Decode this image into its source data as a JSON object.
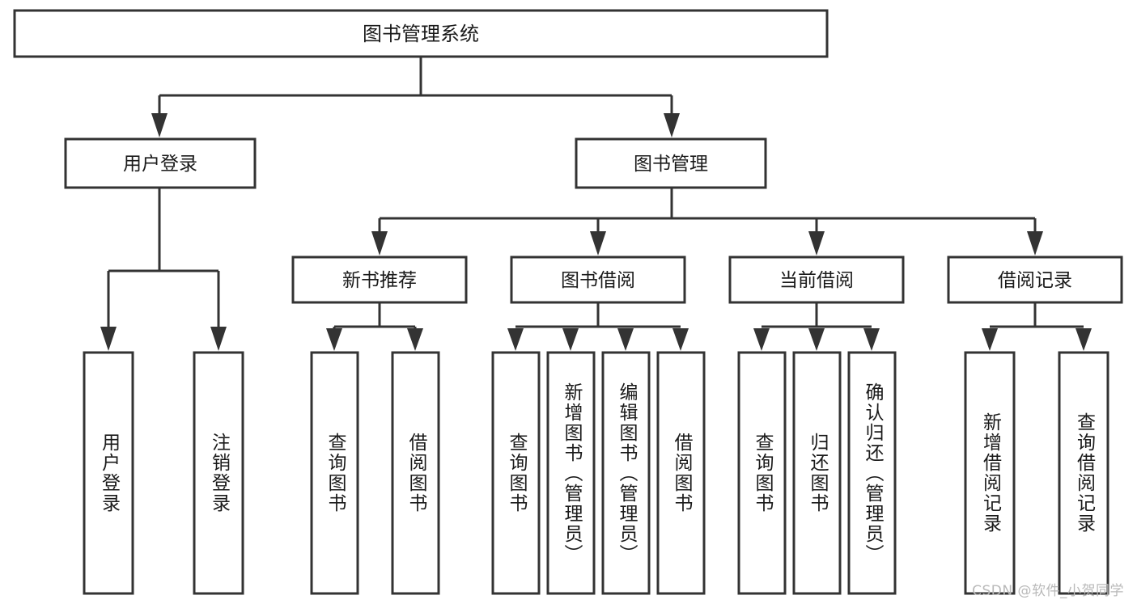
{
  "diagram": {
    "type": "tree-hierarchy",
    "title": "图书管理系统",
    "watermark": "CSDN @软件_小贺同学",
    "colors": {
      "box_fill": "#ffffff",
      "box_stroke": "#333333",
      "text": "#1a1a1a",
      "watermark": "#b9b9b9",
      "background": "#ffffff"
    },
    "levels": [
      {
        "level": 1,
        "nodes": [
          {
            "id": "root",
            "label": "图书管理系统",
            "orientation": "horizontal"
          }
        ]
      },
      {
        "level": 2,
        "nodes": [
          {
            "id": "login",
            "label": "用户登录",
            "orientation": "horizontal",
            "parent": "root"
          },
          {
            "id": "bookmgmt",
            "label": "图书管理",
            "orientation": "horizontal",
            "parent": "root"
          }
        ]
      },
      {
        "level": 3,
        "nodes": [
          {
            "id": "newbook",
            "label": "新书推荐",
            "orientation": "horizontal",
            "parent": "bookmgmt"
          },
          {
            "id": "borrow",
            "label": "图书借阅",
            "orientation": "horizontal",
            "parent": "bookmgmt"
          },
          {
            "id": "current",
            "label": "当前借阅",
            "orientation": "horizontal",
            "parent": "bookmgmt"
          },
          {
            "id": "record",
            "label": "借阅记录",
            "orientation": "horizontal",
            "parent": "bookmgmt"
          }
        ]
      },
      {
        "level": 4,
        "nodes": [
          {
            "id": "leaf-1",
            "label": "用户登录",
            "orientation": "vertical",
            "parent": "login"
          },
          {
            "id": "leaf-2",
            "label": "注销登录",
            "orientation": "vertical",
            "parent": "login"
          },
          {
            "id": "leaf-3",
            "label": "查询图书",
            "orientation": "vertical",
            "parent": "newbook"
          },
          {
            "id": "leaf-4",
            "label": "借阅图书",
            "orientation": "vertical",
            "parent": "newbook"
          },
          {
            "id": "leaf-5",
            "label": "查询图书",
            "orientation": "vertical",
            "parent": "borrow"
          },
          {
            "id": "leaf-6",
            "label": "新增图书（管理员）",
            "orientation": "vertical",
            "parent": "borrow"
          },
          {
            "id": "leaf-7",
            "label": "编辑图书（管理员）",
            "orientation": "vertical",
            "parent": "borrow"
          },
          {
            "id": "leaf-8",
            "label": "借阅图书",
            "orientation": "vertical",
            "parent": "borrow"
          },
          {
            "id": "leaf-9",
            "label": "查询图书",
            "orientation": "vertical",
            "parent": "current"
          },
          {
            "id": "leaf-10",
            "label": "归还图书",
            "orientation": "vertical",
            "parent": "current"
          },
          {
            "id": "leaf-11",
            "label": "确认归还（管理员）",
            "orientation": "vertical",
            "parent": "current"
          },
          {
            "id": "leaf-12",
            "label": "新增借阅记录",
            "orientation": "vertical",
            "parent": "record"
          },
          {
            "id": "leaf-13",
            "label": "查询借阅记录",
            "orientation": "vertical",
            "parent": "record"
          }
        ]
      }
    ]
  }
}
